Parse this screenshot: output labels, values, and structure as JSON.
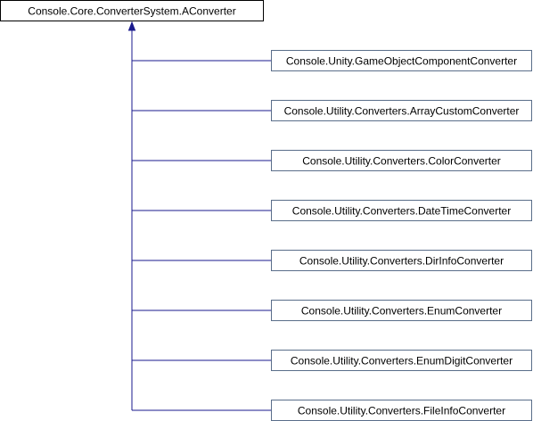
{
  "base_class": {
    "name": "Console.Core.ConverterSystem.AConverter"
  },
  "derived_classes": [
    {
      "name": "Console.Unity.GameObjectComponentConverter"
    },
    {
      "name": "Console.Utility.Converters.ArrayCustomConverter"
    },
    {
      "name": "Console.Utility.Converters.ColorConverter"
    },
    {
      "name": "Console.Utility.Converters.DateTimeConverter"
    },
    {
      "name": "Console.Utility.Converters.DirInfoConverter"
    },
    {
      "name": "Console.Utility.Converters.EnumConverter"
    },
    {
      "name": "Console.Utility.Converters.EnumDigitConverter"
    },
    {
      "name": "Console.Utility.Converters.FileInfoConverter"
    }
  ],
  "colors": {
    "edge": "#1a1a8c",
    "node_border": "#5a6e8a",
    "base_border": "#000000",
    "background": "#ffffff"
  }
}
